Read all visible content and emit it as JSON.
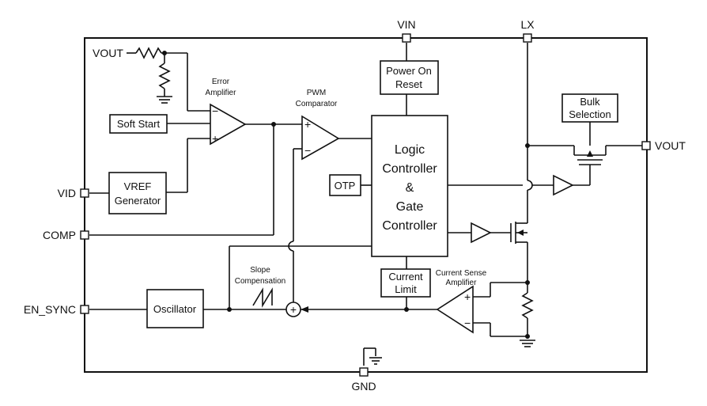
{
  "pins": {
    "vin": "VIN",
    "lx": "LX",
    "vout_left": "VOUT",
    "vout_right": "VOUT",
    "vid": "VID",
    "comp": "COMP",
    "en_sync": "EN_SYNC",
    "gnd": "GND"
  },
  "blocks": {
    "soft_start": "Soft Start",
    "vref_1": "VREF",
    "vref_2": "Generator",
    "por_1": "Power On",
    "por_2": "Reset",
    "logic_1": "Logic",
    "logic_2": "Controller",
    "logic_3": "&",
    "logic_4": "Gate",
    "logic_5": "Controller",
    "otp": "OTP",
    "bulk_1": "Bulk",
    "bulk_2": "Selection",
    "current_limit_1": "Current",
    "current_limit_2": "Limit",
    "oscillator": "Oscillator"
  },
  "labels": {
    "error_amp_1": "Error",
    "error_amp_2": "Amplifier",
    "pwm_1": "PWM",
    "pwm_2": "Comparator",
    "slope_1": "Slope",
    "slope_2": "Compensation",
    "cs_amp_1": "Current Sense",
    "cs_amp_2": "Amplifier",
    "minus": "−",
    "plus": "+",
    "sum": "+"
  }
}
